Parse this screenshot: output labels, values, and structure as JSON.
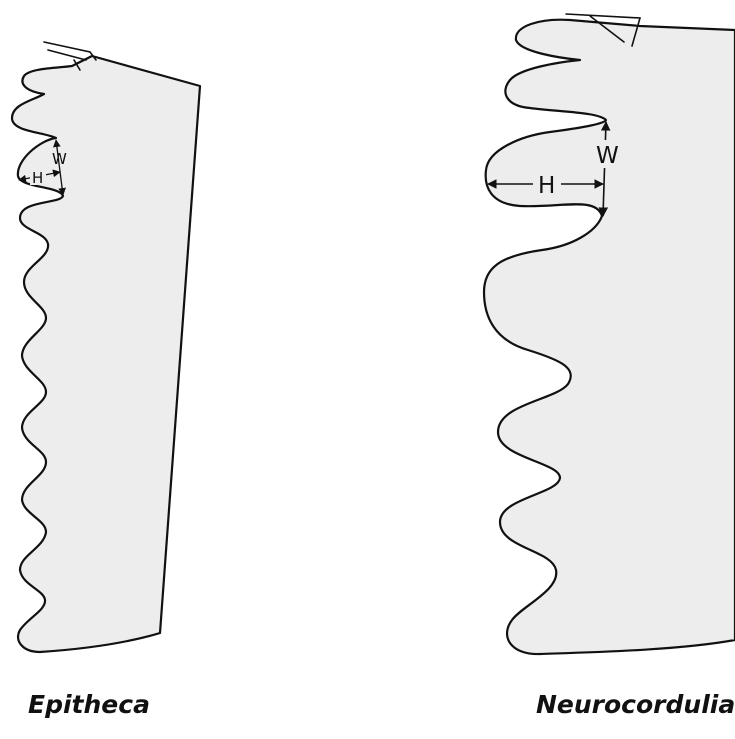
{
  "panels": [
    {
      "caption": "Epitheca",
      "labels": {
        "width": "W",
        "height": "H"
      }
    },
    {
      "caption": "Neurocordulia",
      "labels": {
        "width": "W",
        "height": "H"
      }
    }
  ],
  "colors": {
    "fill": "#ededed",
    "outline": "#111111"
  }
}
